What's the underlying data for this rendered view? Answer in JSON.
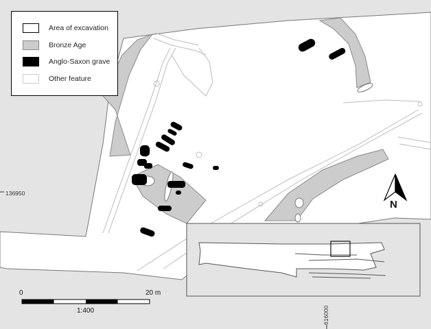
{
  "legend": {
    "items": [
      {
        "label": "Area of excavation",
        "fill": "#ffffff",
        "border": "#000000"
      },
      {
        "label": "Bronze Age",
        "fill": "#cccccc",
        "border": "#888888"
      },
      {
        "label": "Anglo-Saxon grave",
        "fill": "#000000",
        "border": "#000000"
      },
      {
        "label": "Other feature",
        "fill": "#ffffff",
        "border": "#cccccc"
      }
    ]
  },
  "grid": {
    "northing": "136950",
    "easting": "616000"
  },
  "scale": {
    "start": "0",
    "end": "20 m",
    "ratio": "1:400"
  },
  "north_arrow": {
    "label": "N"
  },
  "colors": {
    "background": "#e4e4e4",
    "excavation": "#ffffff",
    "bronze_age": "#cccccc",
    "grave": "#000000",
    "outline": "#999999"
  }
}
